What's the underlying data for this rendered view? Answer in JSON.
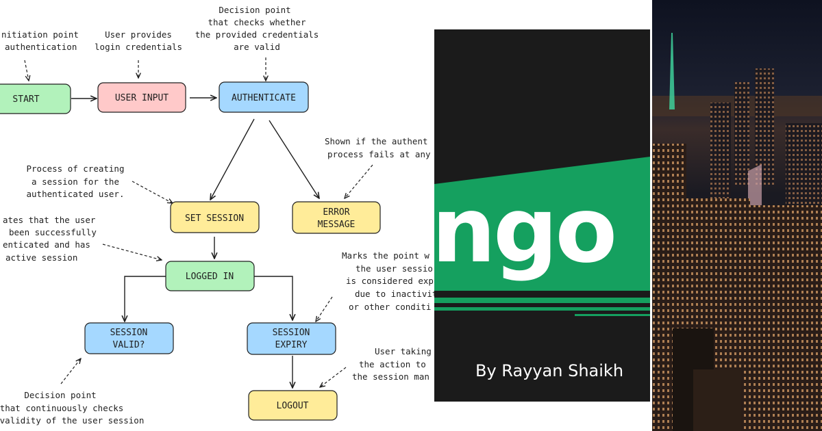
{
  "flowchart": {
    "nodes": {
      "start": "START",
      "user_input": "USER INPUT",
      "authenticate": "AUTHENTICATE",
      "set_session": "SET SESSION",
      "error_message": [
        "ERROR",
        "MESSAGE"
      ],
      "logged_in": "LOGGED IN",
      "session_valid": [
        "SESSION",
        "VALID?"
      ],
      "session_expiry": [
        "SESSION",
        "EXPIRY"
      ],
      "logout": "LOGOUT"
    },
    "notes": {
      "start_note": [
        "nitiation point",
        "authentication"
      ],
      "user_input_note": [
        "User provides",
        "login credentials"
      ],
      "authenticate_note": [
        "Decision point",
        "that checks whether",
        "the provided credentials",
        "are valid"
      ],
      "error_note": [
        "Shown if the authent",
        "process fails at any"
      ],
      "set_session_note": [
        "Process of creating",
        "a session for the",
        "authenticated user."
      ],
      "logged_in_note": [
        "ates that the user",
        "been successfully",
        "enticated and has",
        "active session"
      ],
      "expiry_note": [
        "Marks the point w",
        "the user sessio",
        "is considered exp",
        "due to inactivit",
        "or other conditi"
      ],
      "logout_note": [
        "User taking",
        "the action to",
        "the session man"
      ],
      "valid_note": [
        "Decision point",
        "that continuously checks",
        "validity of the user session"
      ]
    },
    "colors": {
      "green": "#b2f2bb",
      "red": "#ffc9c9",
      "blue": "#a5d8ff",
      "yellow": "#ffec99"
    }
  },
  "cover": {
    "word": "ngo",
    "author": "By Rayyan Shaikh",
    "accent": "#15a05f",
    "background": "#1b1b1b"
  },
  "photo": {
    "description_icon": "city-skyline-night-photo"
  }
}
